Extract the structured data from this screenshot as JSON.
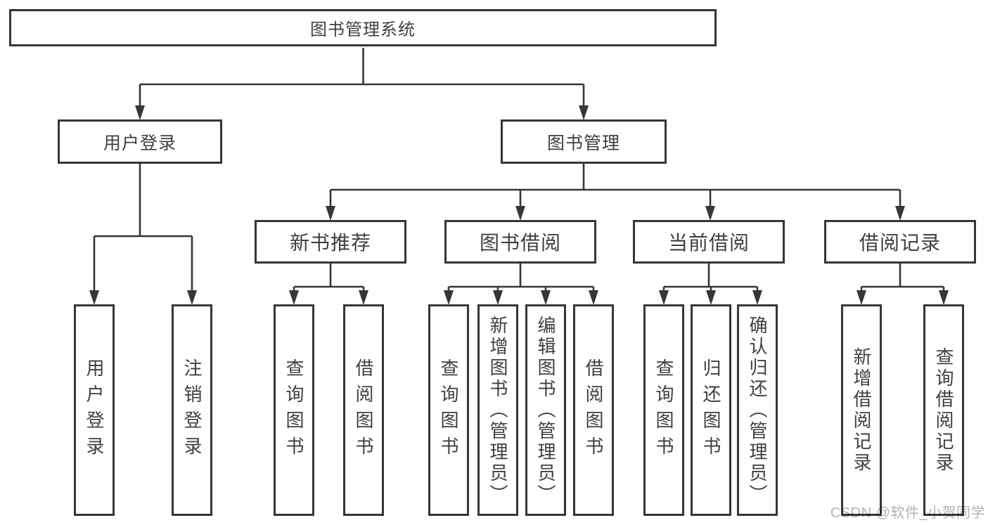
{
  "diagram": {
    "root": {
      "label": "图书管理系统"
    },
    "level2": [
      {
        "label": "用户登录",
        "children": [
          {
            "label": "用户登录"
          },
          {
            "label": "注销登录"
          }
        ]
      },
      {
        "label": "图书管理",
        "children": [
          {
            "label": "新书推荐",
            "children": [
              {
                "label": "查询图书"
              },
              {
                "label": "借阅图书"
              }
            ]
          },
          {
            "label": "图书借阅",
            "children": [
              {
                "label": "查询图书"
              },
              {
                "label": "新增图书（管理员）"
              },
              {
                "label": "编辑图书（管理员）"
              },
              {
                "label": "借阅图书"
              }
            ]
          },
          {
            "label": "当前借阅",
            "children": [
              {
                "label": "查询图书"
              },
              {
                "label": "归还图书"
              },
              {
                "label": "确认归还（管理员）"
              }
            ]
          },
          {
            "label": "借阅记录",
            "children": [
              {
                "label": "新增借阅记录"
              },
              {
                "label": "查询借阅记录"
              }
            ]
          }
        ]
      }
    ]
  },
  "watermark": {
    "text": "CSDN @软件_小贺同学"
  },
  "colors": {
    "line": "#363636",
    "text": "#3f3f3f",
    "background": "#ffffff",
    "watermark": "#b2b2b6"
  }
}
